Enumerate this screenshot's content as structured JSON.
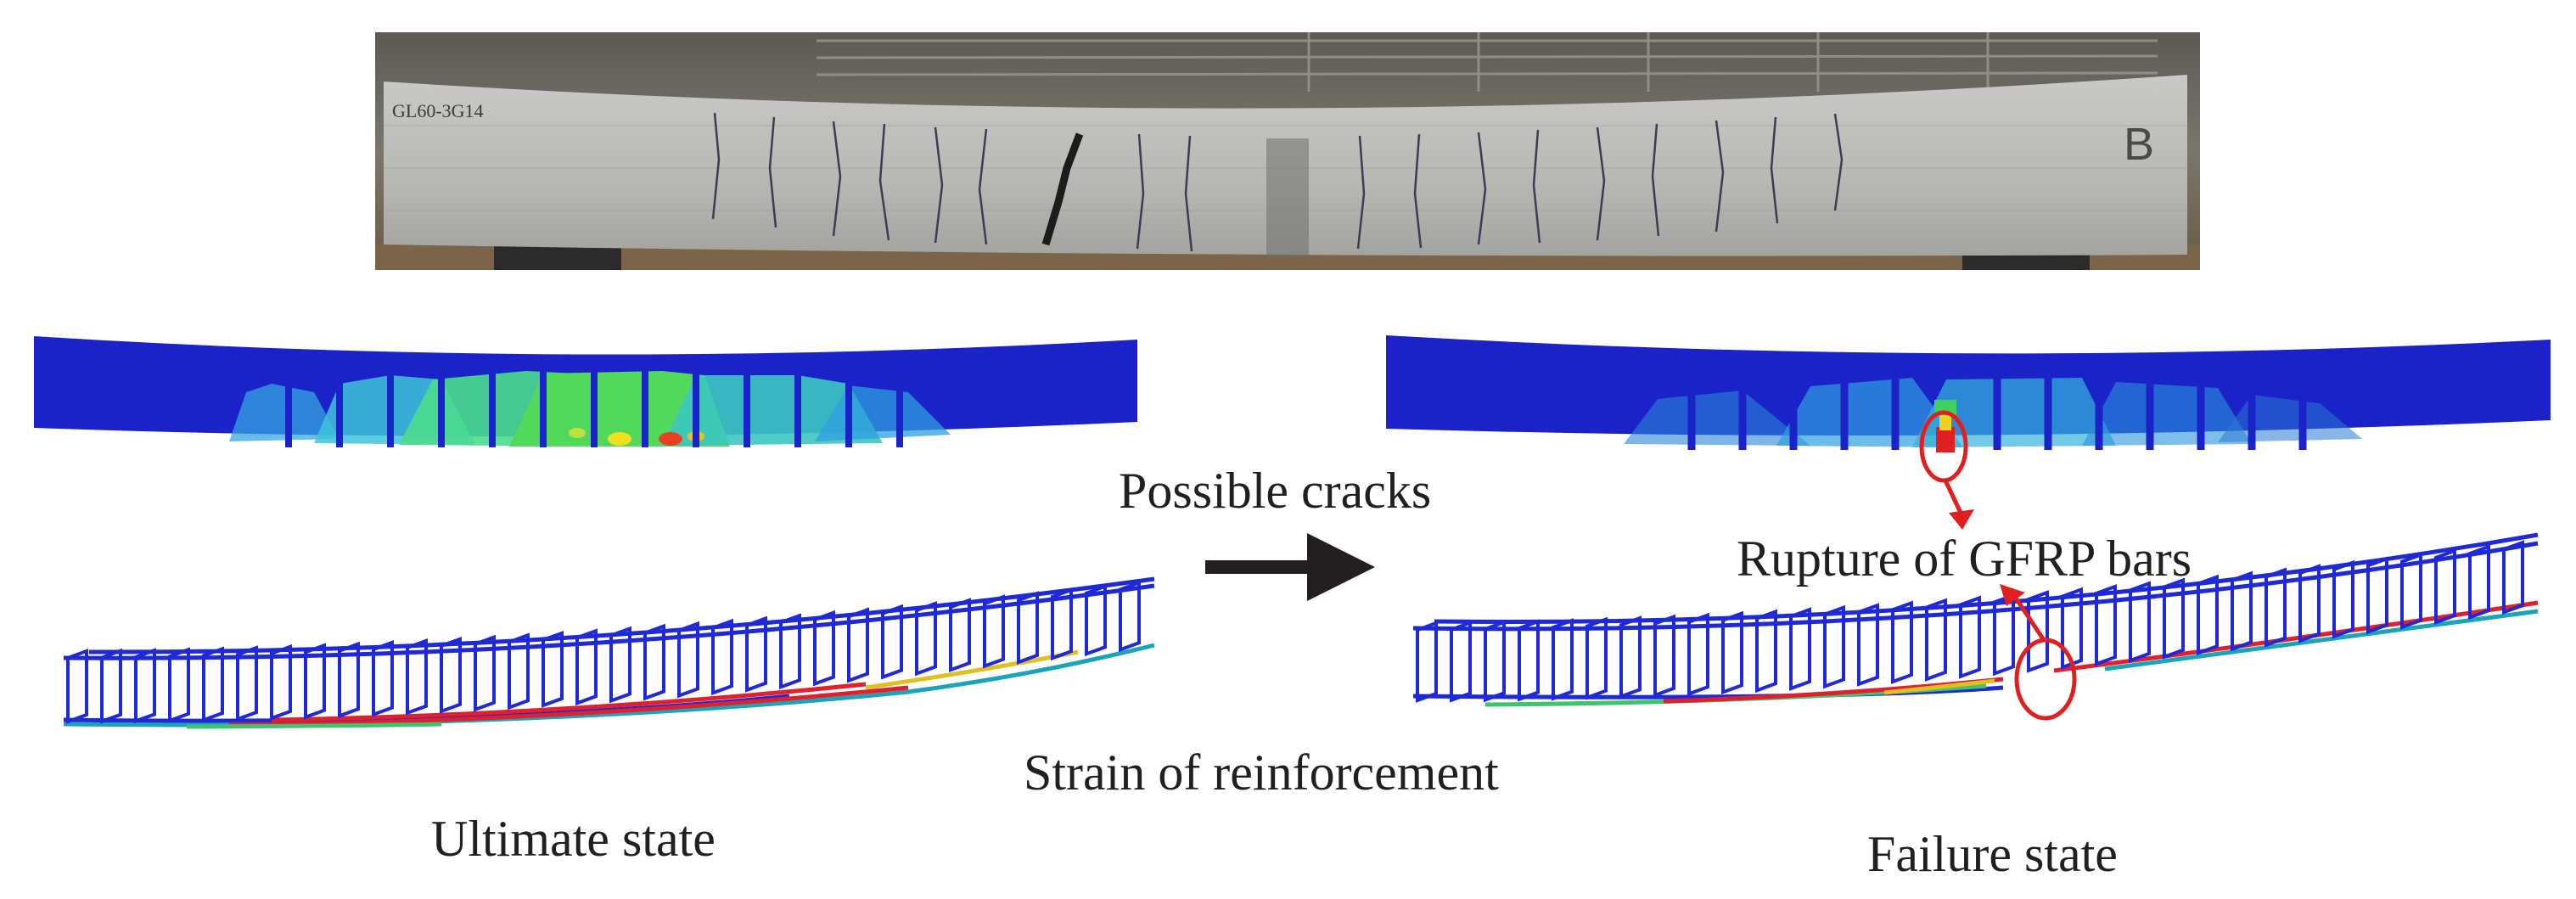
{
  "photo": {
    "specimen_tag": "GL60-3G14",
    "side_mark": "B"
  },
  "labels": {
    "possible_cracks": "Possible cracks",
    "rupture": "Rupture of GFRP bars",
    "strain": "Strain of reinforcement",
    "ultimate": "Ultimate state",
    "failure": "Failure state"
  },
  "colors": {
    "mesh_blue": "#1a22c8",
    "cage_blue": "#1f2ad6",
    "annotation_red": "#e02020",
    "arrow_dark": "#231f20"
  }
}
